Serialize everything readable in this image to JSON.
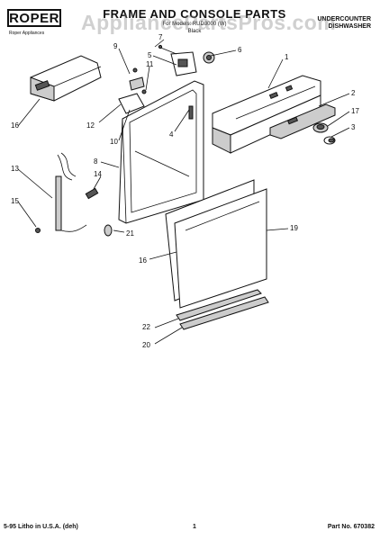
{
  "brand": {
    "logo_text": "ROPER",
    "sub": "Roper Appliances"
  },
  "header": {
    "title": "FRAME AND CONSOLE PARTS",
    "for_model": "For Models: RUD3000 (W)",
    "color": "Black",
    "product_line1": "UNDERCOUNTER",
    "product_line2": "DISHWASHER"
  },
  "watermark": "AppliancePartsPros.com",
  "callouts": [
    "1",
    "2",
    "3",
    "4",
    "5",
    "6",
    "7",
    "8",
    "9",
    "10",
    "11",
    "12",
    "13",
    "14",
    "15",
    "16",
    "16",
    "17",
    "19",
    "20",
    "21",
    "22"
  ],
  "footer": {
    "left": "5-95 Litho in U.S.A. (deh)",
    "page": "1",
    "part_no": "Part No. 670382"
  }
}
